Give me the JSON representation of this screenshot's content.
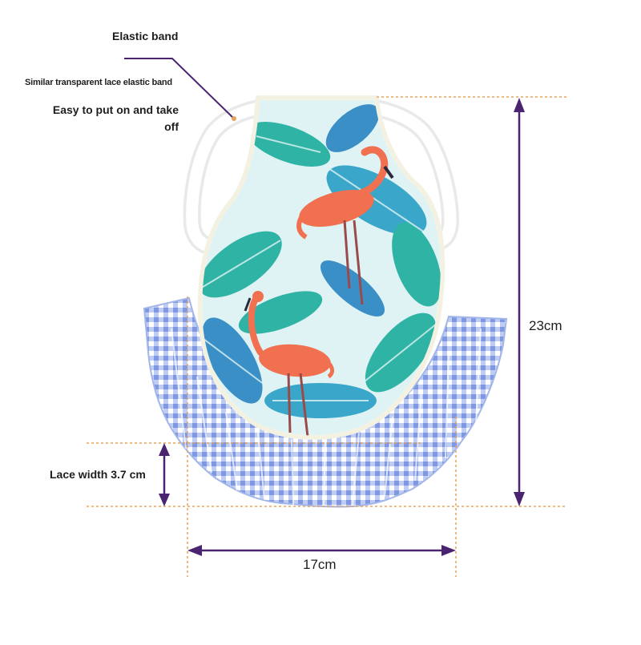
{
  "annotations": {
    "elastic_band": "Elastic band",
    "lace_elastic": "Similar transparent lace elastic band",
    "easy_on_off": "Easy to put on and take off",
    "lace_width": "Lace width 3.7 cm",
    "height": "23cm",
    "width": "17cm"
  },
  "colors": {
    "guide_line": "#e8a25a",
    "arrow": "#4a2470",
    "fabric_base": "#dff3f5",
    "leaf_teal": "#2fb3a5",
    "leaf_blue": "#3a8fc7",
    "flamingo": "#f07050",
    "gingham": "#8fa8e6",
    "lace": "#ffffff"
  }
}
